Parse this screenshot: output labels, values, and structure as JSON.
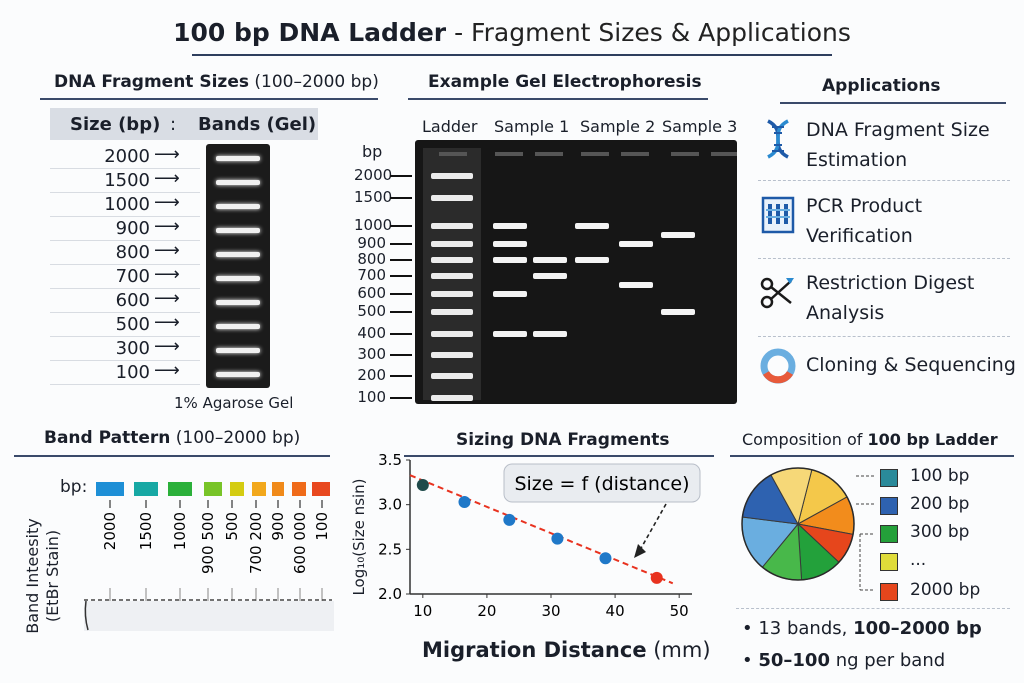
{
  "title": {
    "bold": "100 bp DNA Ladder",
    "rest": " - Fragment Sizes & Applications"
  },
  "fragment_panel": {
    "heading_bold": "DNA Fragment Sizes",
    "heading_rest": " (100–2000 bp)",
    "col_size": "Size (bp)",
    "col_sep": ":",
    "col_bands": "Bands (Gel)",
    "sizes": [
      "2000",
      "1500",
      "1000",
      "900",
      "800",
      "700",
      "600",
      "500",
      "300",
      "100"
    ],
    "arrow": "⟶",
    "gel_caption": "1% Agarose Gel"
  },
  "gel_panel": {
    "heading": "Example Gel Electrophoresis",
    "lanes": [
      "Ladder",
      "Sample 1",
      "Sample 2",
      "Sample 3"
    ],
    "bp_label": "bp",
    "markers": [
      "2000",
      "1500",
      "1000",
      "900",
      "800",
      "700",
      "600",
      "500",
      "400",
      "300",
      "200",
      "100"
    ],
    "sample_bands": {
      "sample1_a": [
        1000,
        900,
        800,
        600,
        400
      ],
      "sample1_b": [
        800,
        700,
        400
      ],
      "sample2_a": [
        1000,
        800
      ],
      "sample2_b": [
        900,
        650
      ],
      "sample3": [
        950,
        500
      ]
    }
  },
  "applications": {
    "heading": "Applications",
    "items": [
      {
        "label": "DNA Fragment Size Estimation",
        "icon": "dna-helix-icon"
      },
      {
        "label": "PCR Product Verification",
        "icon": "pcr-plate-icon"
      },
      {
        "label": "Restriction Digest Analysis",
        "icon": "scissors-icon"
      },
      {
        "label": "Cloning & Sequencing",
        "icon": "plasmid-icon"
      }
    ]
  },
  "band_pattern": {
    "heading_bold": "Band Pattern",
    "heading_rest": " (100–2000 bp)",
    "bp": "bp:",
    "y_label_1": "Band Inteesity",
    "y_label_2": "(EtBr Stain)",
    "tick_labels": [
      "2000",
      "1500",
      "1000",
      "900 500",
      "500",
      "700 200",
      "900",
      "600 000",
      "100"
    ],
    "colors": [
      "#1e8fd6",
      "#17a8a4",
      "#2bb03a",
      "#78c428",
      "#d4cc12",
      "#f2a81c",
      "#f08a1a",
      "#ef6b1a",
      "#e8481f"
    ]
  },
  "sizing": {
    "heading": "Sizing DNA Fragments",
    "formula": "Size = f (distance)",
    "xlabel_bold": "Migration Distance",
    "xlabel_rest": " (mm)",
    "ylabel": "Log₁₀(Size nsin)",
    "x_ticks": [
      "10",
      "20",
      "30",
      "40",
      "50"
    ],
    "y_ticks": [
      "3.5",
      "3.0",
      "2.5",
      "2.0"
    ]
  },
  "chart_data": {
    "type": "scatter",
    "title": "Sizing DNA Fragments",
    "xlabel": "Migration Distance (mm)",
    "ylabel": "Log₁₀(Size nsin)",
    "xlim": [
      8,
      52
    ],
    "ylim": [
      2.0,
      3.5
    ],
    "x_ticks": [
      10,
      20,
      30,
      40,
      50
    ],
    "y_ticks": [
      2.0,
      2.5,
      3.0,
      3.5
    ],
    "points": [
      {
        "x": 10,
        "y": 3.22,
        "color": "#1f4a4a"
      },
      {
        "x": 16.5,
        "y": 3.03,
        "color": "#1f78c8"
      },
      {
        "x": 23.5,
        "y": 2.83,
        "color": "#1f78c8"
      },
      {
        "x": 31,
        "y": 2.62,
        "color": "#1f78c8"
      },
      {
        "x": 38.5,
        "y": 2.4,
        "color": "#1f78c8"
      },
      {
        "x": 46.5,
        "y": 2.18,
        "color": "#e8321f"
      }
    ],
    "fit_line": {
      "x": [
        8,
        49
      ],
      "y": [
        3.33,
        2.12
      ]
    }
  },
  "composition": {
    "heading_a": "Composition of ",
    "heading_b": "100 bp Ladder",
    "legend": [
      {
        "label": "100 bp",
        "color": "#2a8a9a"
      },
      {
        "label": "200 bp",
        "color": "#2e62b0"
      },
      {
        "label": "300 bp",
        "color": "#24a03a"
      },
      {
        "label": "...",
        "color": "#e0dc3a"
      },
      {
        "label": "2000 bp",
        "color": "#e6461c"
      }
    ],
    "slices": [
      {
        "value": 13,
        "color": "#f4c84a"
      },
      {
        "value": 11,
        "color": "#f28c1c"
      },
      {
        "value": 9,
        "color": "#e6461c"
      },
      {
        "value": 12,
        "color": "#23a13b"
      },
      {
        "value": 12,
        "color": "#48b84a"
      },
      {
        "value": 16,
        "color": "#6aaee0"
      },
      {
        "value": 15,
        "color": "#2e62b0"
      },
      {
        "value": 12,
        "color": "#f6d878"
      }
    ],
    "bullets": [
      {
        "a": "13 bands, ",
        "b": "100–2000 bp"
      },
      {
        "a": "50–100",
        "b": " ng per band"
      }
    ]
  }
}
